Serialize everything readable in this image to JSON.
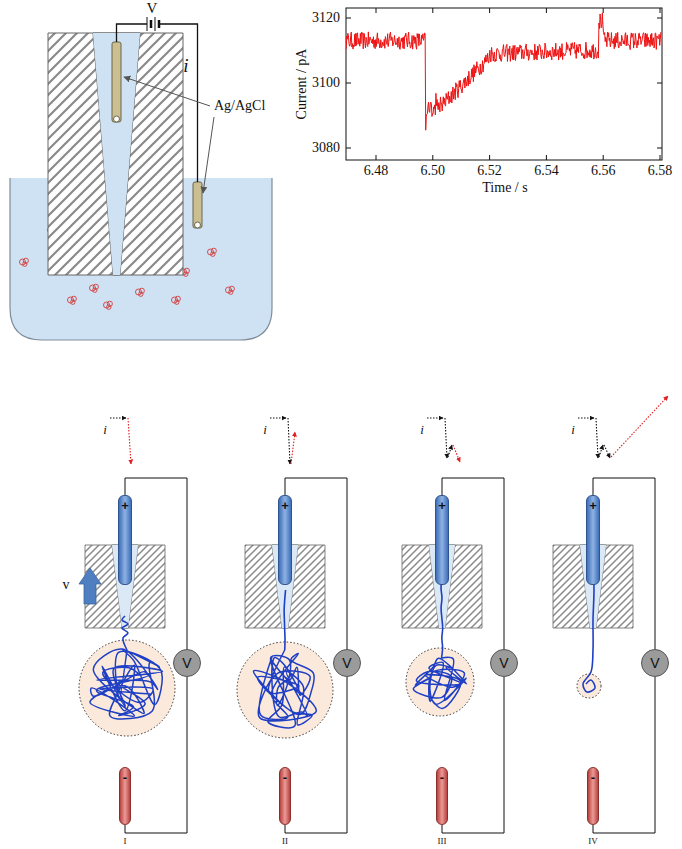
{
  "diagram": {
    "nodes": [
      {
        "text": [
          "+"
        ]
      },
      {
        "text": [
          "V"
        ]
      },
      {
        "text": [
          "-"
        ]
      },
      {
        "text": [
          "+"
        ]
      },
      {
        "text": [
          "V"
        ]
      },
      {
        "text": [
          "-"
        ]
      },
      {
        "text": [
          "+"
        ]
      },
      {
        "text": [
          "V"
        ]
      },
      {
        "text": [
          "-"
        ]
      },
      {
        "text": [
          "+"
        ]
      },
      {
        "text": [
          "V"
        ]
      },
      {
        "text": [
          "-"
        ]
      }
    ],
    "edges": [
      {
        "from": 0,
        "to": 1,
        "arrow": "none"
      },
      {
        "from": 1,
        "to": 2,
        "arrow": "none"
      },
      {
        "from": 3,
        "to": 4,
        "arrow": "none"
      },
      {
        "from": 4,
        "to": 5,
        "arrow": "none"
      },
      {
        "from": 6,
        "to": 7,
        "arrow": "none"
      },
      {
        "from": 7,
        "to": 8,
        "arrow": "none"
      },
      {
        "from": 9,
        "to": 10,
        "arrow": "none"
      },
      {
        "from": 10,
        "to": 11,
        "arrow": "none"
      }
    ],
    "labels": [
      "V",
      "i",
      "Ag/AgCl",
      "3120",
      "3100",
      "3080",
      "Current / pA",
      "6.48",
      "6.50",
      "6.52",
      "6.54",
      "6.56",
      "6.58",
      "Time / s",
      "i",
      "i",
      "i",
      "i",
      "v",
      "I",
      "II",
      "III",
      "IV"
    ]
  }
}
